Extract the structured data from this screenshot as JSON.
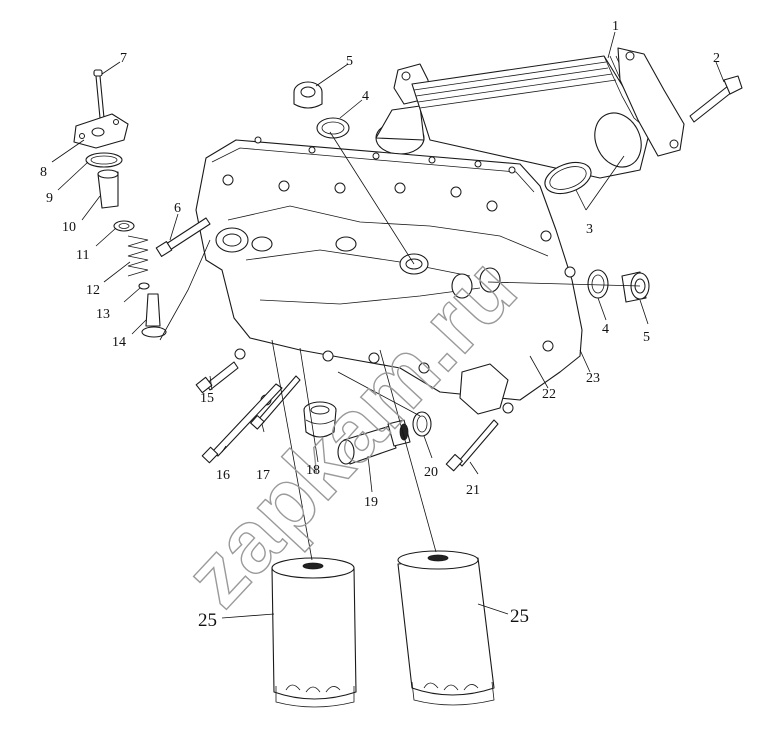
{
  "watermark": "zapkam.ru",
  "callouts": {
    "c1": "1",
    "c2": "2",
    "c3": "3",
    "c4a": "4",
    "c4b": "4",
    "c5a": "5",
    "c5b": "5",
    "c6": "6",
    "c7": "7",
    "c8": "8",
    "c9": "9",
    "c10": "10",
    "c11": "11",
    "c12": "12",
    "c13": "13",
    "c14": "14",
    "c15": "15",
    "c16": "16",
    "c17": "17",
    "c18": "18",
    "c19": "19",
    "c20": "20",
    "c21": "21",
    "c22": "22",
    "c23": "23",
    "c25a": "25",
    "c25b": "25"
  }
}
